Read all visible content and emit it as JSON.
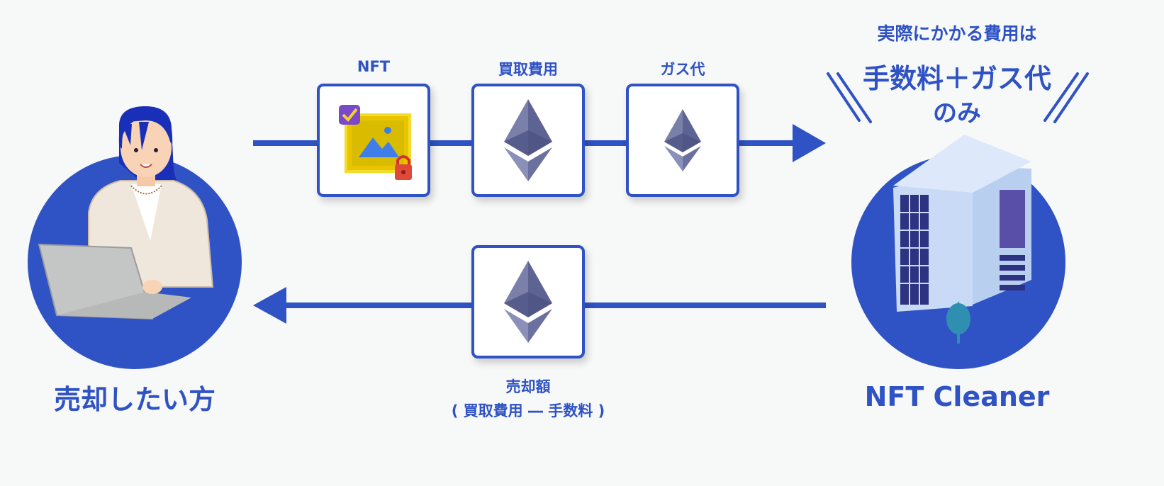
{
  "seller": {
    "label": "売却したい方"
  },
  "company": {
    "label": "NFT Cleaner"
  },
  "flow_out": {
    "items": [
      {
        "label": "NFT",
        "icon": "nft-image-icon"
      },
      {
        "label": "買取費用",
        "icon": "ethereum-icon"
      },
      {
        "label": "ガス代",
        "icon": "ethereum-icon"
      }
    ]
  },
  "flow_back": {
    "icon": "ethereum-icon",
    "label_line1": "売却額",
    "label_line2": "( 買取費用 ― 手数料 )"
  },
  "callout": {
    "line1": "実際にかかる費用は",
    "line2": "手数料＋ガス代",
    "line3": "のみ"
  },
  "colors": {
    "accent": "#2f52c4",
    "background": "#f7f8f8",
    "eth": "#636a9a"
  }
}
